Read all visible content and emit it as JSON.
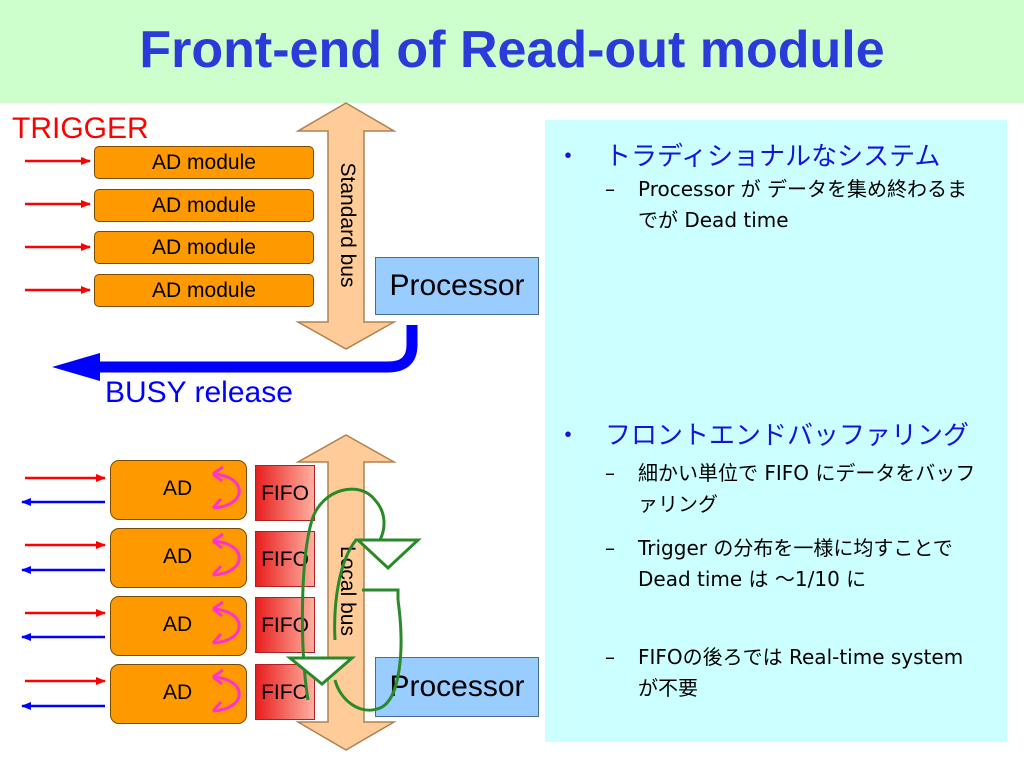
{
  "title": "Front-end of Read-out module",
  "colors": {
    "title": "#2b3bd9",
    "title_bg": "#ccffcc",
    "panel_bg": "#ccffff",
    "bullet": "#1414dc",
    "trigger": "#ff0000",
    "busy": "#0000ff",
    "module": "#ff9900",
    "processor": "#99ccff",
    "bus": "#ffcc99",
    "loop": "#008000",
    "mini_arrow": "#ff33cc"
  },
  "left_top": {
    "trigger_label": "TRIGGER",
    "ad_modules": [
      "AD module",
      "AD module",
      "AD module",
      "AD module"
    ],
    "bus_label": "Standard bus",
    "processor": "Processor",
    "busy_label": "BUSY release"
  },
  "left_bottom": {
    "ad_labels": [
      "AD",
      "AD",
      "AD",
      "AD"
    ],
    "fifo_labels": [
      "FIFO",
      "FIFO",
      "FIFO",
      "FIFO"
    ],
    "bus_label": "Local bus",
    "processor": "Processor"
  },
  "panel": {
    "b1": {
      "bullet": "・",
      "text": "トラディショナルなシステム",
      "subs": [
        {
          "dash": "–",
          "text": "Processor が データを集め終わるまでが Dead time"
        }
      ]
    },
    "b2": {
      "bullet": "・",
      "text": "フロントエンドバッファリング",
      "subs": [
        {
          "dash": "–",
          "text": "細かい単位で FIFO にデータをバッファリング"
        },
        {
          "dash": "–",
          "text": "Trigger の分布を一様に均すことで Dead time は ～1/10 に"
        },
        {
          "dash": "–",
          "text": "FIFOの後ろでは Real-time system が不要"
        }
      ]
    }
  }
}
